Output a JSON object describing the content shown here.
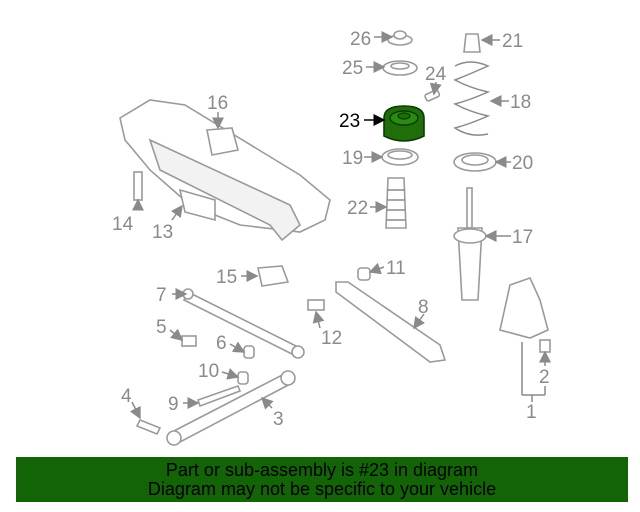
{
  "diagram": {
    "selected_part": "23",
    "highlight_color": "#1f6e0a",
    "labels": {
      "p1": "1",
      "p2": "2",
      "p3": "3",
      "p4": "4",
      "p5": "5",
      "p6": "6",
      "p7": "7",
      "p8": "8",
      "p9": "9",
      "p10": "10",
      "p11": "11",
      "p12": "12",
      "p13": "13",
      "p14": "14",
      "p15": "15",
      "p16": "16",
      "p17": "17",
      "p18": "18",
      "p19": "19",
      "p20": "20",
      "p21": "21",
      "p22": "22",
      "p23": "23",
      "p24": "24",
      "p25": "25",
      "p26": "26"
    }
  },
  "banner": {
    "line1": "Part or sub-assembly is #23 in diagram",
    "line2": "Diagram may not be specific to your vehicle",
    "background": "#136407"
  }
}
